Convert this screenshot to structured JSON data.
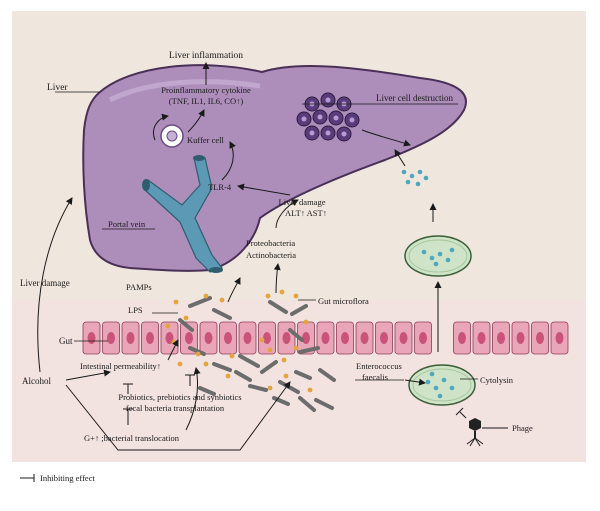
{
  "labels": {
    "liver_inflammation": "Liver inflammation",
    "liver": "Liver",
    "cytokine_line1": "Proinflammatory cytokine",
    "cytokine_line2": "(TNF, IL1, IL6, CO↑)",
    "kuffer_cell": "Kuffer cell",
    "liver_cell_destruction": "Liver cell destruction",
    "tlr4": "TLR-4",
    "portal_vein": "Portal vein",
    "liver_damage_right_line1": "Liver damage",
    "liver_damage_right_line2": "ALT↑  AST↑",
    "liver_damage_left": "Liver damage",
    "proteobacteria": "Proteobacteria",
    "actinobacteria": "Actinobacteria",
    "pamps": "PAMPs",
    "lps": "LPS",
    "gut_microflora": "Gut microflora",
    "gut": "Gut",
    "alcohol": "Alcohol",
    "intestinal_permeability": "Intestinal permeability↑",
    "probiotics_line1": "Probiotics, prebiotics and synbiotics",
    "probiotics_line2": "fecal bacteria transplantation",
    "translocation": "G+↑ ;bacterial translocation",
    "enterococcus_line1": "Enterococcus",
    "enterococcus_line2": "faecalis",
    "cytolysin": "Cytolysin",
    "phage": "Phage"
  },
  "legend": {
    "inhibiting_effect": "Inhibiting effect"
  },
  "colors": {
    "background": "#efe7dd",
    "lower_panel": "#f3e0e4",
    "liver_fill": "#ad8ebb",
    "liver_stroke": "#4a2f57",
    "portal_vein": "#5b99b4",
    "gut_cell": "#e9a6b8",
    "gut_nucleus": "#c9537a",
    "bacteria": "#6c6c6c",
    "dot_orange": "#e6a43c",
    "dot_teal": "#4fa7be",
    "enterococcus_fill": "#cfe3c8",
    "destroyed_cell": "#5a3c7a"
  }
}
